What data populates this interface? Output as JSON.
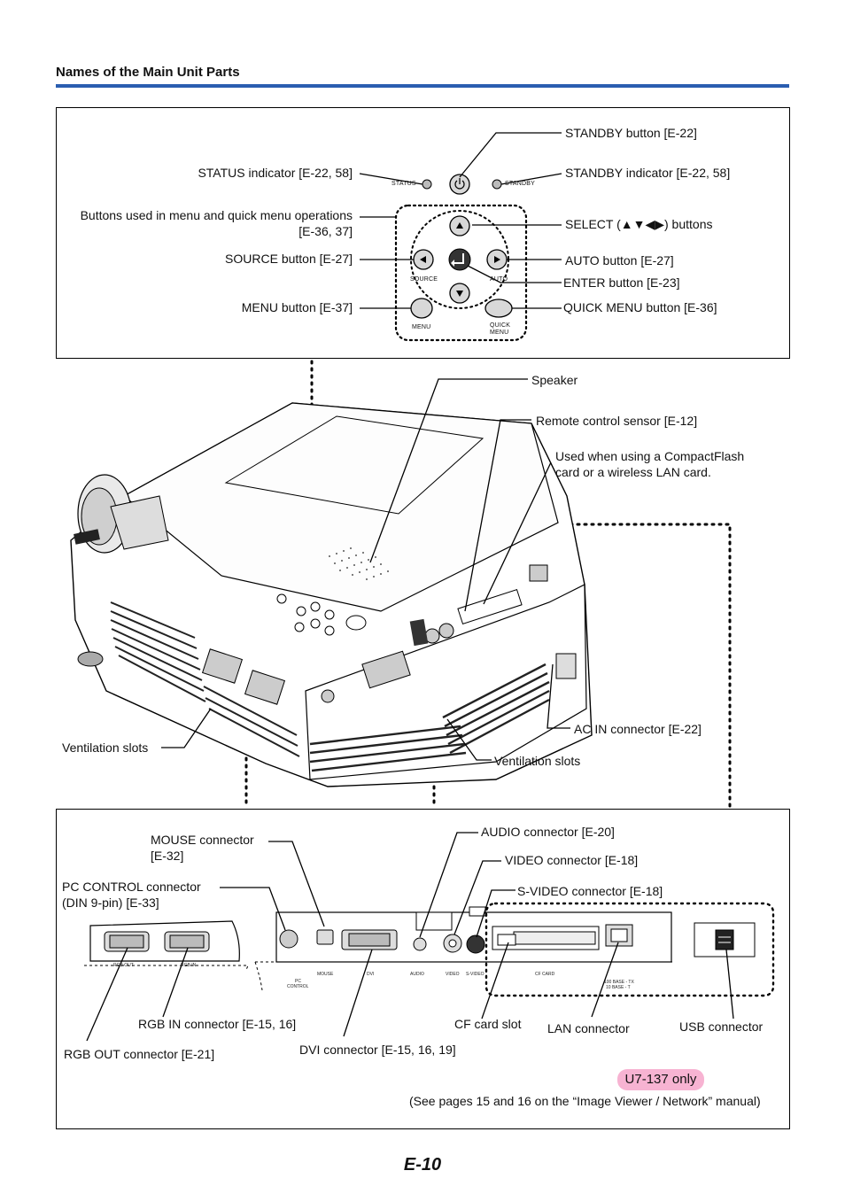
{
  "section_title": "Names of the Main Unit Parts",
  "page_number": "E-10",
  "control_panel": {
    "callouts": {
      "standby_button": "STANDBY button [E-22]",
      "status_indicator": "STATUS indicator [E-22, 58]",
      "standby_indicator": "STANDBY indicator [E-22, 58]",
      "menu_buttons_line1": "Buttons used in menu and quick menu operations",
      "menu_buttons_line2": "[E-36, 37]",
      "select_buttons": "SELECT (▲▼◀▶) buttons",
      "source_button": "SOURCE button [E-27]",
      "auto_button": "AUTO button [E-27]",
      "enter_button": "ENTER button [E-23]",
      "menu_button": "MENU button [E-37]",
      "quick_menu_button": "QUICK MENU button [E-36]"
    },
    "panel_labels": {
      "status": "STATUS",
      "standby": "STANDBY",
      "source": "SOURCE",
      "auto": "AUTO",
      "menu": "MENU",
      "quick_line1": "QUICK",
      "quick_line2": "MENU"
    }
  },
  "unit": {
    "callouts": {
      "speaker": "Speaker",
      "remote_sensor": "Remote control sensor [E-12]",
      "cf_note_line1": "Used when using a CompactFlash",
      "cf_note_line2": "card or a wireless LAN card.",
      "ac_in": "AC IN connector [E-22]",
      "vent_left": "Ventilation slots",
      "vent_right": "Ventilation slots"
    }
  },
  "connector_panel": {
    "callouts": {
      "mouse_line1": "MOUSE connector",
      "mouse_line2": "[E-32]",
      "audio": "AUDIO connector [E-20]",
      "video": "VIDEO connector [E-18]",
      "svideo": "S-VIDEO connector [E-18]",
      "pc_control_line1": "PC CONTROL connector",
      "pc_control_line2": "(DIN 9-pin) [E-33]",
      "rgb_in": "RGB IN connector [E-15, 16]",
      "rgb_out": "RGB OUT connector [E-21]",
      "dvi": "DVI connector [E-15, 16, 19]",
      "cf_slot": "CF card slot",
      "lan": "LAN connector",
      "usb": "USB connector"
    },
    "panel_labels": {
      "rgb_out": "RGB OUT",
      "rgb_in": "RGB IN",
      "pc_control_line1": "PC",
      "pc_control_line2": "CONTROL",
      "mouse": "MOUSE",
      "dvi": "DVI",
      "audio": "AUDIO",
      "video": "VIDEO",
      "svideo": "S-VIDEO",
      "cf_card": "CF CARD",
      "lan_line1": "100 BASE - TX",
      "lan_line2": "10 BASE - T"
    },
    "model_badge": "U7-137 only",
    "model_note": "(See pages 15 and 16 on the “Image Viewer / Network” manual)"
  }
}
